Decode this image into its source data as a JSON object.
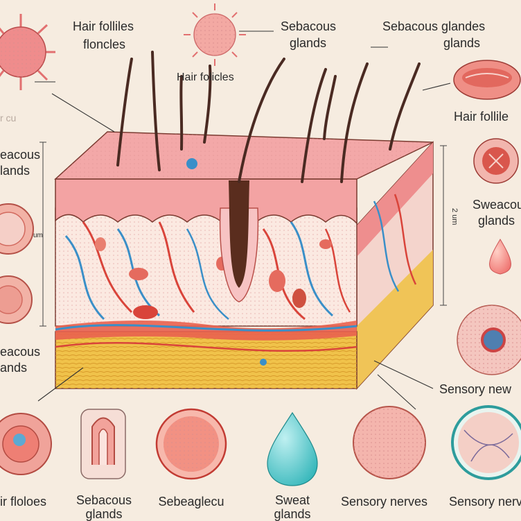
{
  "labels": {
    "top_left_1": "Hair folliles",
    "top_left_2": "floncles",
    "top_center_1": "Sebacous",
    "top_center_2": "glands",
    "top_center_hair": "Hair folicles",
    "top_right_1": "Sebacous glandes",
    "top_right_2": "glands",
    "right_hair": "Hair follile",
    "right_sweat_1": "Sweacous",
    "right_sweat_2": "glands",
    "right_sensory": "Sensory new",
    "left_gland_1": "eacous",
    "left_gland_2": "lands",
    "left_gland_3": "eacous",
    "left_gland_4": "ands",
    "left_faint": "r cu",
    "scale_right": "2 um",
    "scale_left": "um",
    "bottom_1": "ir floloes",
    "bottom_2a": "Sebacous",
    "bottom_2b": "glands",
    "bottom_3": "Sebeaglecu",
    "bottom_4a": "Sweat",
    "bottom_4b": "glands",
    "bottom_5": "Sensory nerves",
    "bottom_6": "Sensory nerv"
  },
  "colors": {
    "background": "#f6ece0",
    "epidermis": "#f3a3a3",
    "dermis": "#fbe9e1",
    "fat": "#f0c24a",
    "vessel_red": "#d9443a",
    "vessel_blue": "#3a8fc8",
    "hair": "#4a2a22",
    "water": "#4cc6c8"
  }
}
